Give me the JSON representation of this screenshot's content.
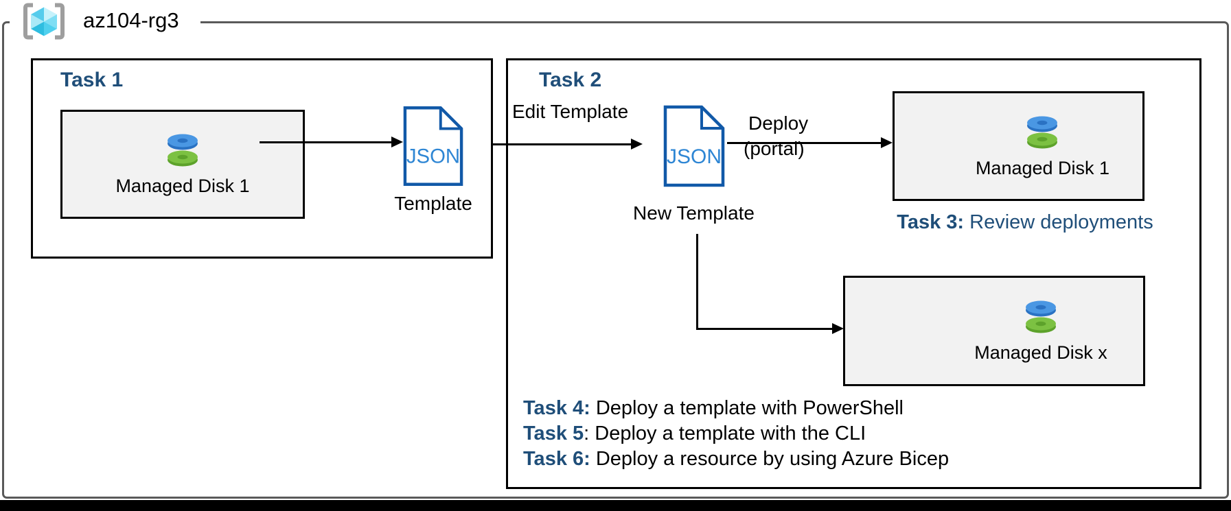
{
  "resource_group": {
    "name": "az104-rg3",
    "icon": "resource-group-icon"
  },
  "task1": {
    "title": "Task 1",
    "disk_box_label": "Managed Disk 1",
    "json_icon_text": "JSON",
    "template_label": "Template"
  },
  "task2": {
    "title": "Task 2",
    "edit_arrow_label": "Edit Template",
    "json_icon_text": "JSON",
    "new_template_label": "New Template",
    "deploy_label_line1": "Deploy",
    "deploy_label_line2": "(portal)",
    "disk_box_top_label": "Managed Disk 1",
    "disk_box_bottom_label": "Managed Disk x",
    "task3": {
      "bold": "Task 3:",
      "rest": " Review deployments"
    },
    "tasks": [
      {
        "bold": "Task 4:",
        "rest": " Deploy a template with PowerShell"
      },
      {
        "bold": "Task 5",
        "rest": ": Deploy a template with the CLI"
      },
      {
        "bold": "Task 6:",
        "rest": " Deploy a resource by using Azure Bicep"
      }
    ]
  },
  "icons": {
    "managed_disk": "managed-disk-icon",
    "json_file": "json-file-icon",
    "resource_group": "resource-group-icon"
  },
  "colors": {
    "navy_text": "#1f4e79",
    "frame_border": "#595959",
    "box_border": "#000000",
    "disk_box_bg": "#f2f2f2",
    "json_border": "#1159a8",
    "json_text": "#2e86d4",
    "disk_blue_top": "#4a97e3",
    "disk_blue_rim": "#2a72c3",
    "disk_green_top": "#7cc142",
    "disk_green_rim": "#5da22b",
    "cube_cyan": "#55ccec",
    "bracket_gray": "#9e9e9e"
  }
}
